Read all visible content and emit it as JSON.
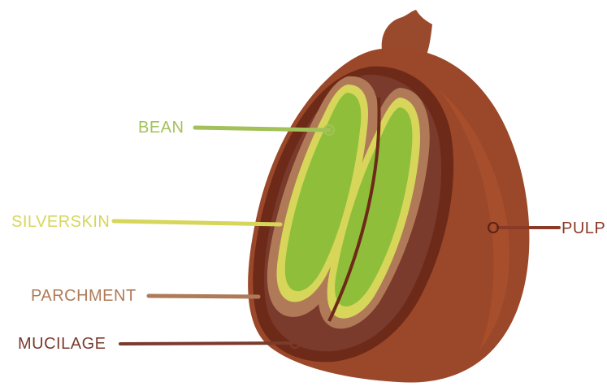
{
  "labels": {
    "bean": "BEAN",
    "silverskin": "SILVERSKIN",
    "parchment": "PARCHMENT",
    "mucilage": "MUCILAGE",
    "pulp": "PULP"
  },
  "colors": {
    "bean": "#a3c159",
    "silverskin": "#d7d65a",
    "parchment": "#b07a58",
    "mucilage": "#7a3a2c",
    "pulp": "#8a3a26",
    "pulp_outer": "#9b4729",
    "pulp_inner": "#6e2a18",
    "bean_green": "#8fbf3a"
  }
}
